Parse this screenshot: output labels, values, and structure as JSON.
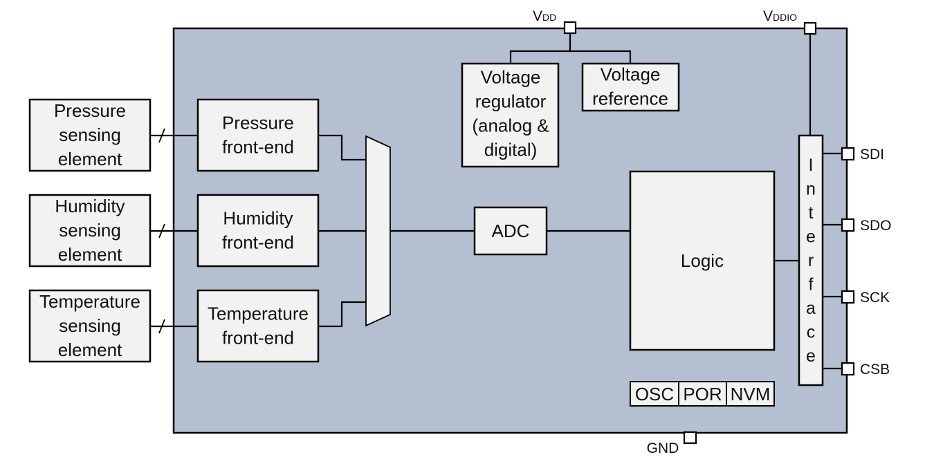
{
  "colors": {
    "chip_fill": "#b4bfd1",
    "block_fill": "#f2f2f2",
    "line": "#000000",
    "text": "#111111"
  },
  "supply": {
    "vdd": {
      "main": "V",
      "sub": "DD"
    },
    "vddio": {
      "main": "V",
      "sub": "DDIO"
    },
    "gnd": "GND"
  },
  "sensing_elements": [
    {
      "lines": [
        "Pressure",
        "sensing",
        "element"
      ]
    },
    {
      "lines": [
        "Humidity",
        "sensing",
        "element"
      ]
    },
    {
      "lines": [
        "Temperature",
        "sensing",
        "element"
      ]
    }
  ],
  "front_ends": [
    {
      "lines": [
        "Pressure",
        "front-end"
      ]
    },
    {
      "lines": [
        "Humidity",
        "front-end"
      ]
    },
    {
      "lines": [
        "Temperature",
        "front-end"
      ]
    }
  ],
  "voltage_regulator": {
    "lines": [
      "Voltage",
      "regulator",
      "(analog &",
      "digital)"
    ]
  },
  "voltage_reference": {
    "lines": [
      "Voltage",
      "reference"
    ]
  },
  "adc": "ADC",
  "logic": "Logic",
  "interface": {
    "letters": [
      "I",
      "n",
      "t",
      "e",
      "r",
      "f",
      "a",
      "c",
      "e"
    ]
  },
  "misc_blocks": [
    "OSC",
    "POR",
    "NVM"
  ],
  "pins": [
    "SDI",
    "SDO",
    "SCK",
    "CSB"
  ]
}
